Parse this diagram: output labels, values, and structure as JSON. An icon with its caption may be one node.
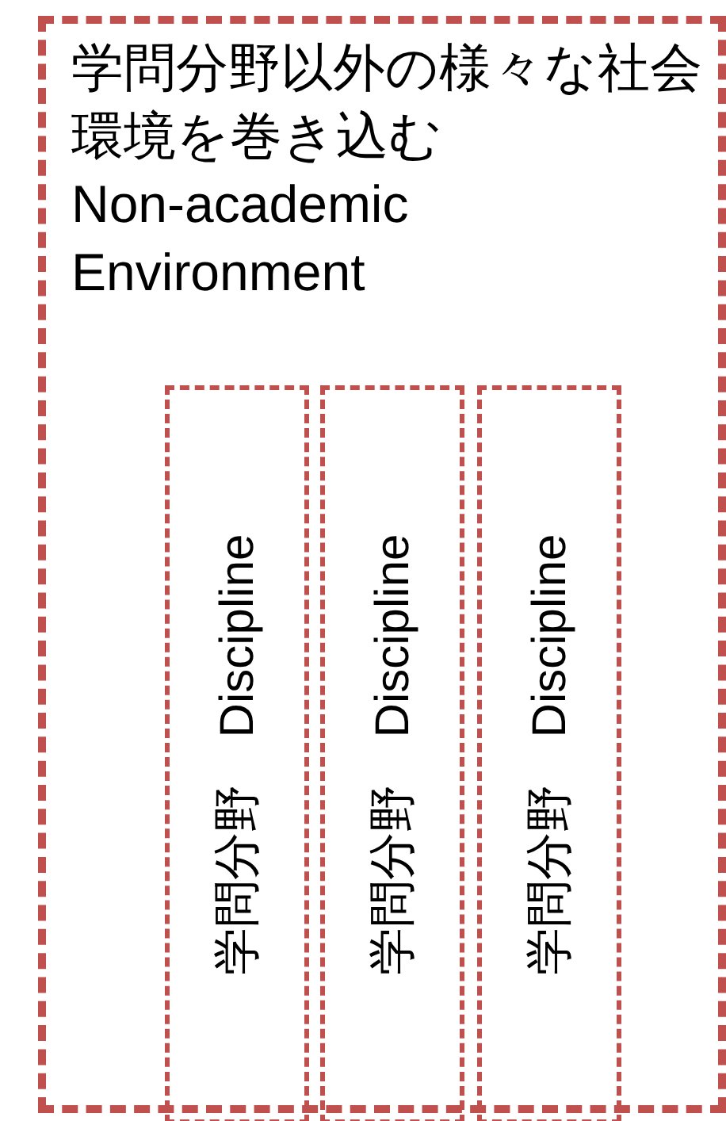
{
  "diagram": {
    "nodes": [
      {
        "text": [
          "学問分野以外の様々な社会環境を巻き込む",
          "Non-academic Environment"
        ]
      },
      {
        "text": [
          "学問分野　Discipline"
        ],
        "in": 0
      },
      {
        "text": [
          "学問分野　Discipline"
        ],
        "in": 0
      },
      {
        "text": [
          "学問分野　Discipline"
        ],
        "in": 0
      }
    ]
  }
}
